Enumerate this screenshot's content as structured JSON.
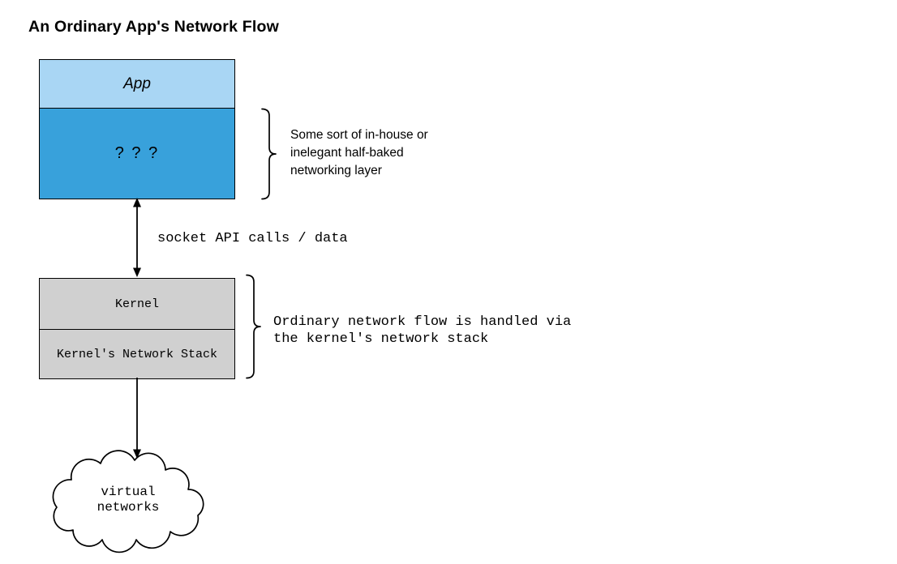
{
  "title": "An Ordinary App's Network Flow",
  "app_stack": {
    "app_label": "App",
    "mystery_label": "? ? ?",
    "note": "Some sort of in-house or\ninelegant half-baked\nnetworking layer"
  },
  "socket_arrow": {
    "label": "socket API calls / data"
  },
  "kernel_stack": {
    "kernel_label": "Kernel",
    "network_stack_label": "Kernel's Network Stack",
    "note": "Ordinary network flow is handled via\nthe kernel's network stack"
  },
  "cloud": {
    "label": "virtual\nnetworks"
  },
  "colors": {
    "app_fill": "#A9D6F4",
    "mystery_fill": "#38A1DB",
    "kernel_fill": "#D0D0D0",
    "outline": "#000000"
  }
}
